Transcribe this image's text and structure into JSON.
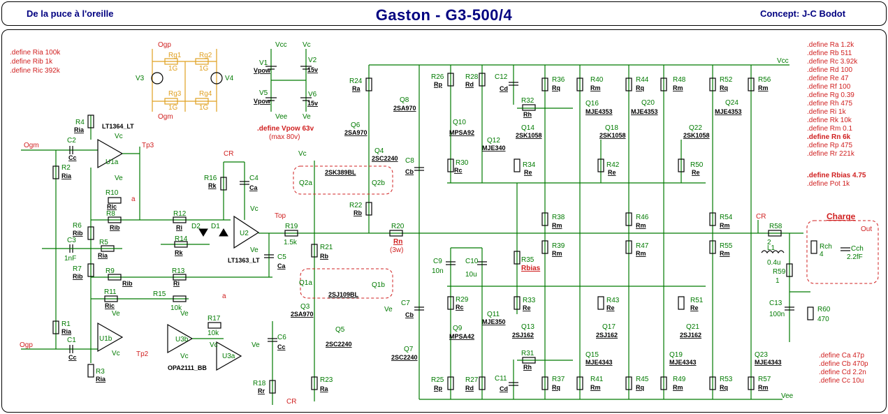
{
  "header": {
    "left": "De la puce à l'oreille",
    "title": "Gaston - G3-500/4",
    "right": "Concept: J-C Bodot"
  },
  "defines_left": [
    ".define Ria 100k",
    ".define Rib 1k",
    ".define Ric 392k"
  ],
  "defines_right": [
    ".define Ra 1.2k",
    ".define Rb 511",
    ".define Rc 3.92k",
    ".define Rd 100",
    ".define Re 47",
    ".define Rf 100",
    ".define Rg 0.39",
    ".define Rh 475",
    ".define Ri 1k",
    ".define Rk 10k",
    ".define Rm 0.1",
    ".define Rn 6k",
    ".define Rp 475",
    ".define Rr 221k"
  ],
  "define_rbias": ".define Rbias 4.75",
  "define_pot": ".define Pot 1k",
  "defines_caps": [
    ".define Ca 47p",
    ".define Cb 470p",
    ".define Cd 2.2n",
    ".define Cc 10u"
  ],
  "supply": {
    "define_vpow": ".define Vpow 63v",
    "max_note": "(max 80v)"
  },
  "charge_label": "Charge",
  "colors": {
    "wire": "#007a00",
    "define": "#d02020",
    "title": "#000080",
    "aux": "#e0a020"
  }
}
